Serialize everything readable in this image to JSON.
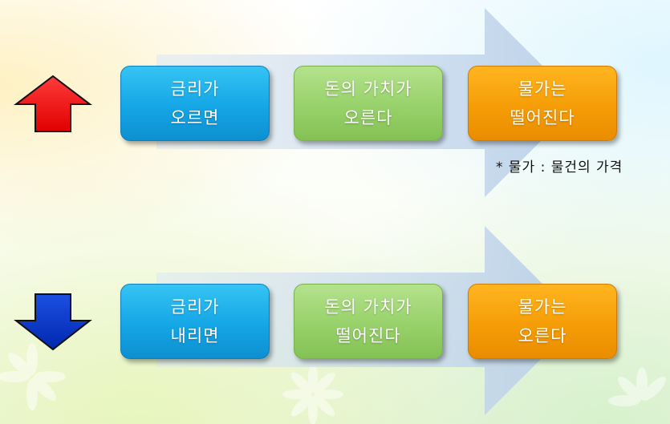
{
  "rows": [
    {
      "direction": "up",
      "boxes": [
        {
          "color": "blue",
          "line1": "금리가",
          "line2": "오르면"
        },
        {
          "color": "green",
          "line1": "돈의 가치가",
          "line2": "오른다"
        },
        {
          "color": "orange",
          "line1": "물가는",
          "line2": "떨어진다"
        }
      ]
    },
    {
      "direction": "down",
      "boxes": [
        {
          "color": "blue",
          "line1": "금리가",
          "line2": "내리면"
        },
        {
          "color": "green",
          "line1": "돈의 가치가",
          "line2": "떨어진다"
        },
        {
          "color": "orange",
          "line1": "물가는",
          "line2": "오른다"
        }
      ]
    }
  ],
  "note": "* 물가 : 물건의 가격",
  "colors": {
    "up_arrow": "#ff0000",
    "down_arrow": "#0033cc",
    "blue_box": "#14a6e6",
    "green_box": "#97d16a",
    "orange_box": "#f59d06",
    "flow_arrow": "#c6d9ee"
  }
}
